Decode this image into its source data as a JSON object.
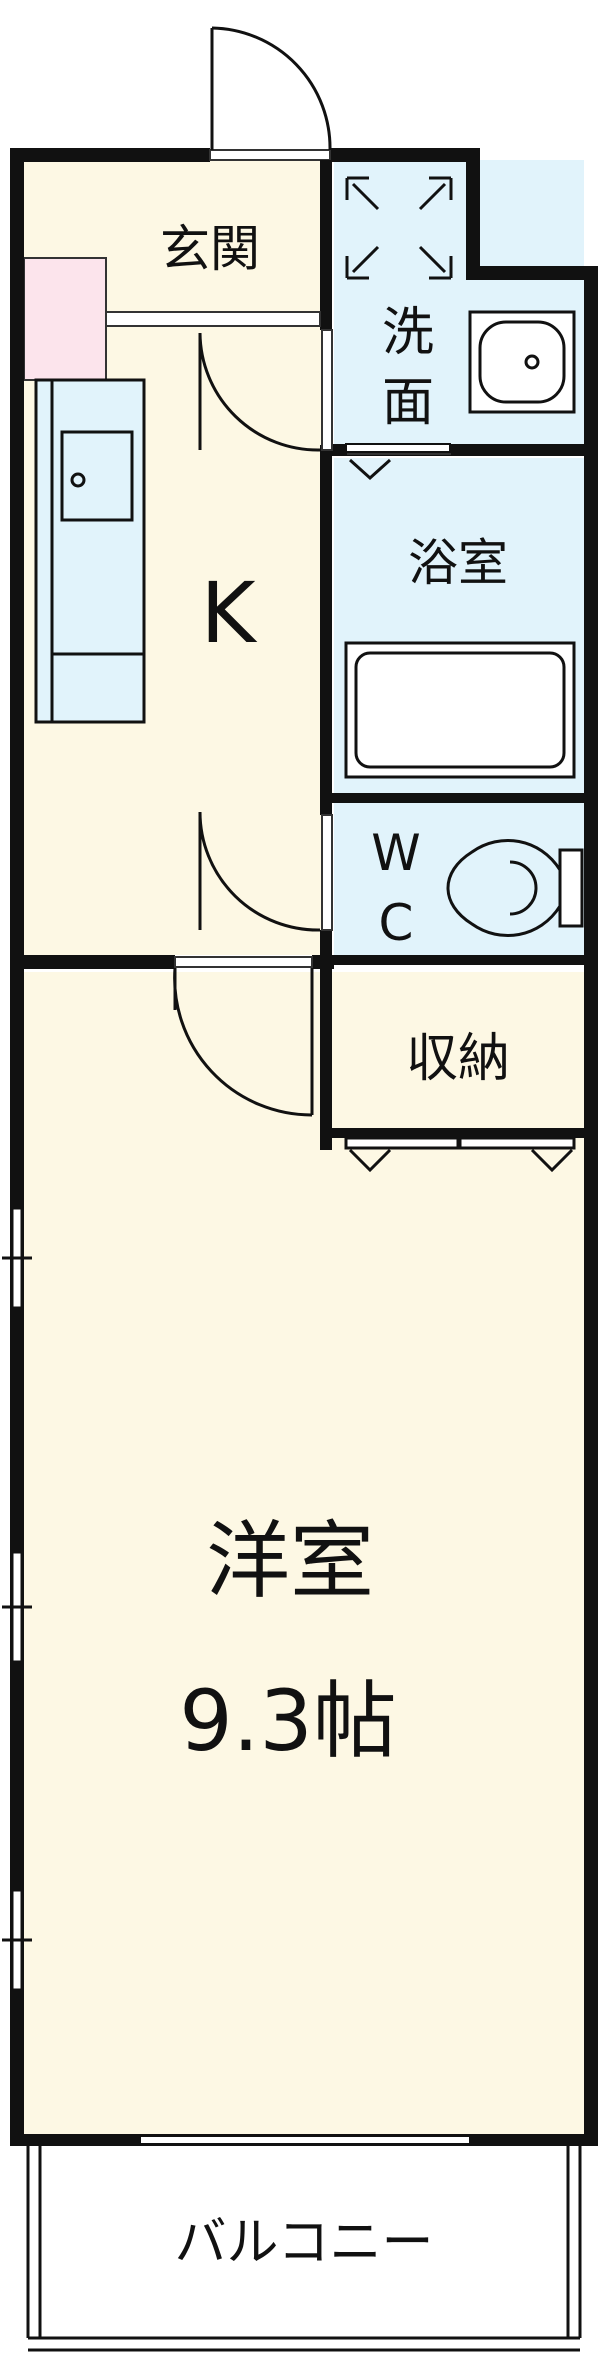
{
  "rooms": {
    "entrance": "玄関",
    "washroom": "洗面",
    "bath": "浴室",
    "kitchen": "K",
    "wc_w": "W",
    "wc_c": "C",
    "storage": "収納",
    "western_room": "洋室",
    "western_room_size": "9.3帖",
    "balcony": "バルコニー"
  },
  "colors": {
    "wall": "#111111",
    "wood_floor": "#fdf8e4",
    "wet_area": "#e1f3fb",
    "closet": "#fce4ec",
    "outline": "#333333"
  }
}
